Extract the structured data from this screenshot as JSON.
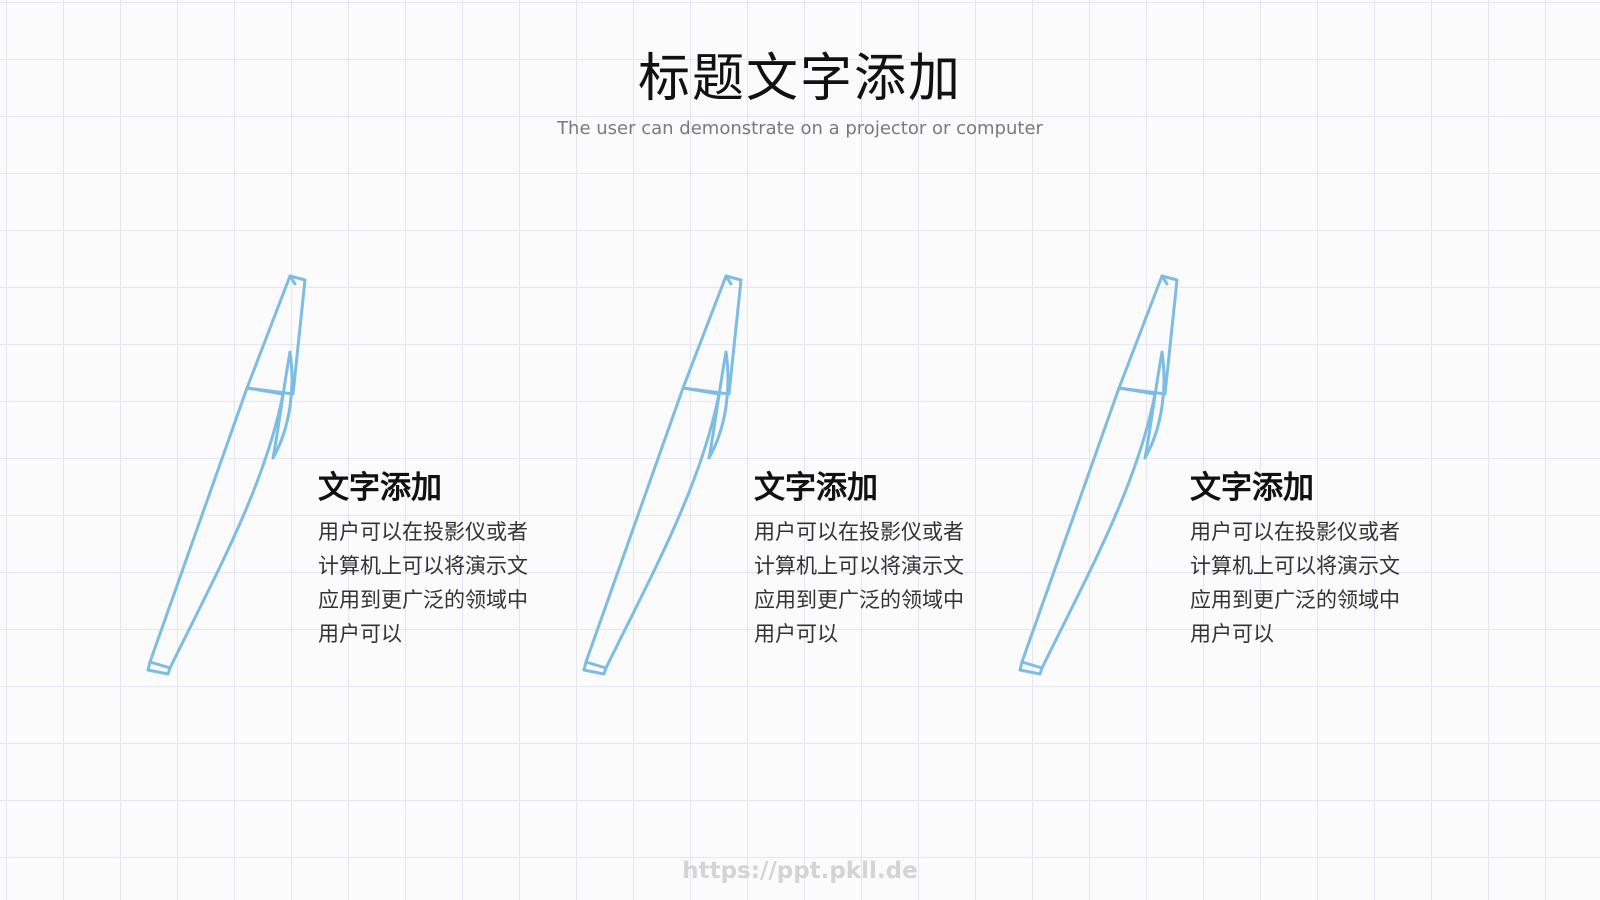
{
  "slide": {
    "title": "标题文字添加",
    "subtitle": "The user can demonstrate on a projector or computer",
    "footer_url": "https://ppt.pkll.de"
  },
  "colors": {
    "pen_stroke": "#7dbde3",
    "grid_line": "#e4e7f1",
    "background": "#fbfbfb"
  },
  "items": [
    {
      "icon": "pen-icon",
      "heading": "文字添加",
      "body": "用户可以在投影仪或者计算机上可以将演示文应用到更广泛的领域中用户可以"
    },
    {
      "icon": "pen-icon",
      "heading": "文字添加",
      "body": "用户可以在投影仪或者计算机上可以将演示文应用到更广泛的领域中用户可以"
    },
    {
      "icon": "pen-icon",
      "heading": "文字添加",
      "body": "用户可以在投影仪或者计算机上可以将演示文应用到更广泛的领域中用户可以"
    }
  ]
}
